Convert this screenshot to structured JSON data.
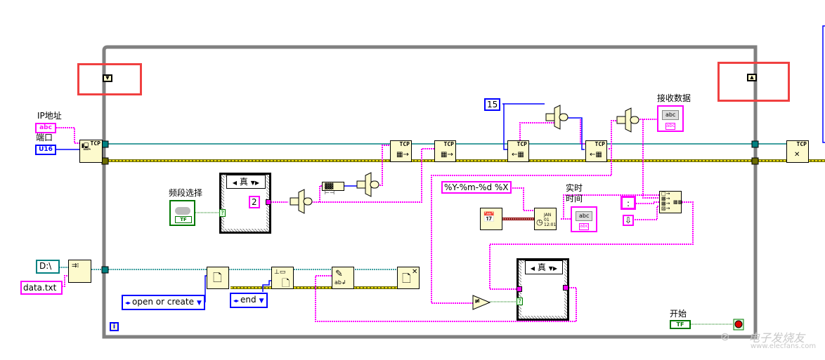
{
  "diagram": {
    "type": "LabVIEW block diagram",
    "loop": {
      "kind": "while-loop",
      "iteration_terminal": "i"
    },
    "controls": {
      "ip_label": "IP地址",
      "ip_type": "abc",
      "port_label": "端口",
      "port_type": "U16",
      "path_value": "D:\\",
      "filename_value": "data.txt",
      "band_select_label": "频段选择",
      "band_select_type": "TF",
      "start_label": "开始",
      "start_type": "TF"
    },
    "constants": {
      "case_const": "2",
      "bytes_const": "15",
      "time_format": "%Y-%m-%d %X",
      "separator": ":",
      "file_mode": "open or create",
      "position_mode": "end"
    },
    "case_structures": [
      {
        "selector_value": "真"
      },
      {
        "selector_value": "真"
      }
    ],
    "indicators": {
      "received_label": "接收数据",
      "received_type": "abc",
      "received_tag": "abc",
      "realtime_label_1": "实时",
      "realtime_label_2": "时间",
      "realtime_type": "abc",
      "realtime_tag": "abc"
    },
    "nodes": {
      "tcp_open": "TCP",
      "tcp_write_1": "TCP",
      "tcp_write_2": "TCP",
      "tcp_read_1": "TCP",
      "tcp_read_2": "TCP",
      "tcp_close": "TCP",
      "timestamp_node": "JAN 01 12:01",
      "not_equal": "≠"
    },
    "shift_register": {
      "left_symbol": "▼",
      "right_symbol": "▲"
    },
    "watermark": {
      "text_cn": "电子发烧友",
      "text_url": "www.elecfans.com"
    },
    "colors": {
      "string_wire": "#ff00ff",
      "numeric_wire": "#0000ff",
      "refnum_wire": "#008080",
      "error_wire": "#c8b400",
      "boolean_wire": "#007700",
      "loop_border": "#808080",
      "highlight_box": "#f04040",
      "node_fill": "#fdfacd"
    }
  }
}
